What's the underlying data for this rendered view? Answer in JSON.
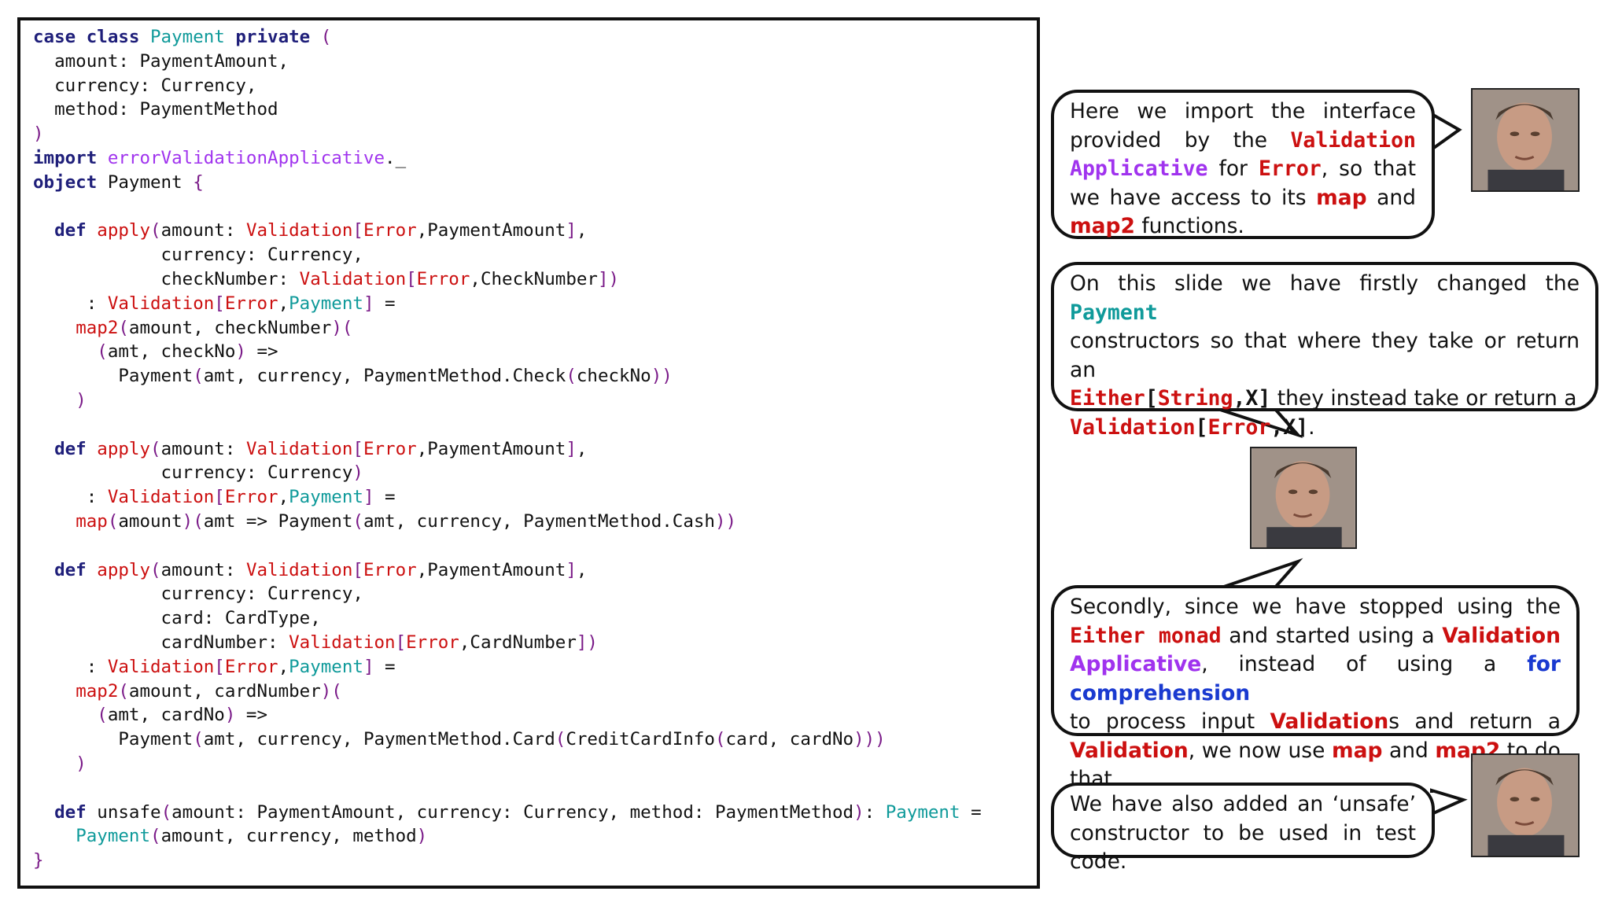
{
  "code": {
    "lines": [
      [
        {
          "t": "case class ",
          "c": "kw"
        },
        {
          "t": "Payment",
          "c": "ty"
        },
        {
          "t": " private ",
          "c": "kw"
        },
        {
          "t": "(",
          "c": "par"
        }
      ],
      [
        {
          "t": "  amount: PaymentAmount,",
          "c": ""
        }
      ],
      [
        {
          "t": "  currency: Currency,",
          "c": ""
        }
      ],
      [
        {
          "t": "  method: PaymentMethod",
          "c": ""
        }
      ],
      [
        {
          "t": ")",
          "c": "par"
        }
      ],
      [
        {
          "t": "import ",
          "c": "kw"
        },
        {
          "t": "errorValidationApplicative",
          "c": "pur"
        },
        {
          "t": "._",
          "c": ""
        }
      ],
      [
        {
          "t": "object ",
          "c": "kw"
        },
        {
          "t": "Payment ",
          "c": ""
        },
        {
          "t": "{",
          "c": "par"
        }
      ],
      [
        {
          "t": "",
          "c": ""
        }
      ],
      [
        {
          "t": "  def ",
          "c": "kw"
        },
        {
          "t": "apply",
          "c": "red"
        },
        {
          "t": "(",
          "c": "par"
        },
        {
          "t": "amount: ",
          "c": ""
        },
        {
          "t": "Validation",
          "c": "red"
        },
        {
          "t": "[",
          "c": "par"
        },
        {
          "t": "Error",
          "c": "red"
        },
        {
          "t": ",PaymentAmount",
          "c": ""
        },
        {
          "t": "]",
          "c": "par"
        },
        {
          "t": ",",
          "c": ""
        }
      ],
      [
        {
          "t": "            currency: Currency,",
          "c": ""
        }
      ],
      [
        {
          "t": "            checkNumber: ",
          "c": ""
        },
        {
          "t": "Validation",
          "c": "red"
        },
        {
          "t": "[",
          "c": "par"
        },
        {
          "t": "Error",
          "c": "red"
        },
        {
          "t": ",CheckNumber",
          "c": ""
        },
        {
          "t": "])",
          "c": "par"
        }
      ],
      [
        {
          "t": "     : ",
          "c": ""
        },
        {
          "t": "Validation",
          "c": "red"
        },
        {
          "t": "[",
          "c": "par"
        },
        {
          "t": "Error",
          "c": "red"
        },
        {
          "t": ",",
          "c": ""
        },
        {
          "t": "Payment",
          "c": "ty"
        },
        {
          "t": "]",
          "c": "par"
        },
        {
          "t": " =",
          "c": ""
        }
      ],
      [
        {
          "t": "    ",
          "c": ""
        },
        {
          "t": "map2",
          "c": "red"
        },
        {
          "t": "(",
          "c": "par"
        },
        {
          "t": "amount, checkNumber",
          "c": ""
        },
        {
          "t": ")(",
          "c": "par"
        }
      ],
      [
        {
          "t": "      ",
          "c": ""
        },
        {
          "t": "(",
          "c": "par"
        },
        {
          "t": "amt, checkNo",
          "c": ""
        },
        {
          "t": ")",
          "c": "par"
        },
        {
          "t": " =>",
          "c": ""
        }
      ],
      [
        {
          "t": "        Payment",
          "c": ""
        },
        {
          "t": "(",
          "c": "par"
        },
        {
          "t": "amt, currency, PaymentMethod.Check",
          "c": ""
        },
        {
          "t": "(",
          "c": "par"
        },
        {
          "t": "checkNo",
          "c": ""
        },
        {
          "t": "))",
          "c": "par"
        }
      ],
      [
        {
          "t": "    ",
          "c": ""
        },
        {
          "t": ")",
          "c": "par"
        }
      ],
      [
        {
          "t": "",
          "c": ""
        }
      ],
      [
        {
          "t": "  def ",
          "c": "kw"
        },
        {
          "t": "apply",
          "c": "red"
        },
        {
          "t": "(",
          "c": "par"
        },
        {
          "t": "amount: ",
          "c": ""
        },
        {
          "t": "Validation",
          "c": "red"
        },
        {
          "t": "[",
          "c": "par"
        },
        {
          "t": "Error",
          "c": "red"
        },
        {
          "t": ",PaymentAmount",
          "c": ""
        },
        {
          "t": "]",
          "c": "par"
        },
        {
          "t": ",",
          "c": ""
        }
      ],
      [
        {
          "t": "            currency: Currency",
          "c": ""
        },
        {
          "t": ")",
          "c": "par"
        }
      ],
      [
        {
          "t": "     : ",
          "c": ""
        },
        {
          "t": "Validation",
          "c": "red"
        },
        {
          "t": "[",
          "c": "par"
        },
        {
          "t": "Error",
          "c": "red"
        },
        {
          "t": ",",
          "c": ""
        },
        {
          "t": "Payment",
          "c": "ty"
        },
        {
          "t": "]",
          "c": "par"
        },
        {
          "t": " =",
          "c": ""
        }
      ],
      [
        {
          "t": "    ",
          "c": ""
        },
        {
          "t": "map",
          "c": "red"
        },
        {
          "t": "(",
          "c": "par"
        },
        {
          "t": "amount",
          "c": ""
        },
        {
          "t": ")(",
          "c": "par"
        },
        {
          "t": "amt => Payment",
          "c": ""
        },
        {
          "t": "(",
          "c": "par"
        },
        {
          "t": "amt, currency, PaymentMethod.Cash",
          "c": ""
        },
        {
          "t": "))",
          "c": "par"
        }
      ],
      [
        {
          "t": "",
          "c": ""
        }
      ],
      [
        {
          "t": "  def ",
          "c": "kw"
        },
        {
          "t": "apply",
          "c": "red"
        },
        {
          "t": "(",
          "c": "par"
        },
        {
          "t": "amount: ",
          "c": ""
        },
        {
          "t": "Validation",
          "c": "red"
        },
        {
          "t": "[",
          "c": "par"
        },
        {
          "t": "Error",
          "c": "red"
        },
        {
          "t": ",PaymentAmount",
          "c": ""
        },
        {
          "t": "]",
          "c": "par"
        },
        {
          "t": ",",
          "c": ""
        }
      ],
      [
        {
          "t": "            currency: Currency,",
          "c": ""
        }
      ],
      [
        {
          "t": "            card: CardType,",
          "c": ""
        }
      ],
      [
        {
          "t": "            cardNumber: ",
          "c": ""
        },
        {
          "t": "Validation",
          "c": "red"
        },
        {
          "t": "[",
          "c": "par"
        },
        {
          "t": "Error",
          "c": "red"
        },
        {
          "t": ",CardNumber",
          "c": ""
        },
        {
          "t": "])",
          "c": "par"
        }
      ],
      [
        {
          "t": "     : ",
          "c": ""
        },
        {
          "t": "Validation",
          "c": "red"
        },
        {
          "t": "[",
          "c": "par"
        },
        {
          "t": "Error",
          "c": "red"
        },
        {
          "t": ",",
          "c": ""
        },
        {
          "t": "Payment",
          "c": "ty"
        },
        {
          "t": "]",
          "c": "par"
        },
        {
          "t": " =",
          "c": ""
        }
      ],
      [
        {
          "t": "    ",
          "c": ""
        },
        {
          "t": "map2",
          "c": "red"
        },
        {
          "t": "(",
          "c": "par"
        },
        {
          "t": "amount, cardNumber",
          "c": ""
        },
        {
          "t": ")(",
          "c": "par"
        }
      ],
      [
        {
          "t": "      ",
          "c": ""
        },
        {
          "t": "(",
          "c": "par"
        },
        {
          "t": "amt, cardNo",
          "c": ""
        },
        {
          "t": ")",
          "c": "par"
        },
        {
          "t": " =>",
          "c": ""
        }
      ],
      [
        {
          "t": "        Payment",
          "c": ""
        },
        {
          "t": "(",
          "c": "par"
        },
        {
          "t": "amt, currency, PaymentMethod.Card",
          "c": ""
        },
        {
          "t": "(",
          "c": "par"
        },
        {
          "t": "CreditCardInfo",
          "c": ""
        },
        {
          "t": "(",
          "c": "par"
        },
        {
          "t": "card, cardNo",
          "c": ""
        },
        {
          "t": ")))",
          "c": "par"
        }
      ],
      [
        {
          "t": "    ",
          "c": ""
        },
        {
          "t": ")",
          "c": "par"
        }
      ],
      [
        {
          "t": "",
          "c": ""
        }
      ],
      [
        {
          "t": "  def ",
          "c": "kw"
        },
        {
          "t": "unsafe",
          "c": ""
        },
        {
          "t": "(",
          "c": "par"
        },
        {
          "t": "amount: PaymentAmount, currency: Currency, method: PaymentMethod",
          "c": ""
        },
        {
          "t": ")",
          "c": "par"
        },
        {
          "t": ": ",
          "c": ""
        },
        {
          "t": "Payment",
          "c": "ty"
        },
        {
          "t": " =",
          "c": ""
        }
      ],
      [
        {
          "t": "    ",
          "c": ""
        },
        {
          "t": "Payment",
          "c": "ty"
        },
        {
          "t": "(",
          "c": "par"
        },
        {
          "t": "amount, currency, method",
          "c": ""
        },
        {
          "t": ")",
          "c": "par"
        }
      ],
      [
        {
          "t": "}",
          "c": "par"
        }
      ]
    ]
  },
  "bubbles": [
    {
      "name": "bubble-import-explanation",
      "lines": [
        {
          "j": true,
          "segs": [
            {
              "t": "Here we import the interface",
              "c": ""
            }
          ]
        },
        {
          "j": true,
          "segs": [
            {
              "t": "provided by the ",
              "c": ""
            },
            {
              "t": "Validation",
              "c": "b-red mono"
            }
          ]
        },
        {
          "j": true,
          "segs": [
            {
              "t": "Applicative",
              "c": "b-pur mono"
            },
            {
              "t": " for ",
              "c": ""
            },
            {
              "t": "Error",
              "c": "b-red mono"
            },
            {
              "t": ", so that",
              "c": ""
            }
          ]
        },
        {
          "j": true,
          "segs": [
            {
              "t": "we have access to its ",
              "c": ""
            },
            {
              "t": "map",
              "c": "b-red"
            },
            {
              "t": " and",
              "c": ""
            }
          ]
        },
        {
          "j": false,
          "segs": [
            {
              "t": "map2",
              "c": "b-red"
            },
            {
              "t": " functions.",
              "c": ""
            }
          ]
        }
      ]
    },
    {
      "name": "bubble-constructors-explanation",
      "lines": [
        {
          "j": false,
          "segs": [
            {
              "t": "On this slide we have firstly changed the ",
              "c": ""
            },
            {
              "t": "Payment",
              "c": "b-teal mono"
            }
          ]
        },
        {
          "j": false,
          "segs": [
            {
              "t": "constructors so that where they take or return an",
              "c": ""
            }
          ]
        },
        {
          "j": false,
          "segs": [
            {
              "t": "Either",
              "c": "b-red mono"
            },
            {
              "t": "[",
              "c": "mono"
            },
            {
              "t": "String",
              "c": "b-red mono"
            },
            {
              "t": ",X]",
              "c": "mono"
            },
            {
              "t": "  they instead take or return a",
              "c": ""
            }
          ]
        },
        {
          "j": false,
          "segs": [
            {
              "t": "Validation",
              "c": "b-red mono"
            },
            {
              "t": "[",
              "c": "mono"
            },
            {
              "t": "Error",
              "c": "b-red mono"
            },
            {
              "t": ",X]",
              "c": "mono"
            },
            {
              "t": ".",
              "c": ""
            }
          ]
        }
      ]
    },
    {
      "name": "bubble-map-map2-explanation",
      "lines": [
        {
          "j": true,
          "segs": [
            {
              "t": "Secondly, since we have stopped using the",
              "c": ""
            }
          ]
        },
        {
          "j": true,
          "segs": [
            {
              "t": "Either monad",
              "c": "b-red mono"
            },
            {
              "t": " and started using a ",
              "c": ""
            },
            {
              "t": "Validation",
              "c": "b-red"
            }
          ]
        },
        {
          "j": true,
          "segs": [
            {
              "t": "Applicative",
              "c": "b-pur"
            },
            {
              "t": ", instead of using a ",
              "c": ""
            },
            {
              "t": "for comprehension",
              "c": "b-blue"
            }
          ]
        },
        {
          "j": true,
          "segs": [
            {
              "t": "to process input ",
              "c": ""
            },
            {
              "t": "Validation",
              "c": "b-red"
            },
            {
              "t": "s and return a",
              "c": ""
            }
          ]
        },
        {
          "j": false,
          "segs": [
            {
              "t": "Validation",
              "c": "b-red"
            },
            {
              "t": ", we now use ",
              "c": ""
            },
            {
              "t": "map",
              "c": "b-red"
            },
            {
              "t": " and ",
              "c": ""
            },
            {
              "t": "map2",
              "c": "b-red"
            },
            {
              "t": " to do that.",
              "c": ""
            }
          ]
        }
      ]
    },
    {
      "name": "bubble-unsafe-explanation",
      "lines": [
        {
          "j": true,
          "segs": [
            {
              "t": "We have also added an ‘unsafe’",
              "c": ""
            }
          ]
        },
        {
          "j": false,
          "segs": [
            {
              "t": "constructor to be used in test code.",
              "c": ""
            }
          ]
        }
      ]
    }
  ],
  "colors": {
    "keyword": "#1f1f7a",
    "type": "#0f9a9a",
    "red": "#cc1010",
    "purple": "#a033ee",
    "paren": "#7a1a88",
    "blue": "#1a3ad0"
  },
  "icons": [
    "presenter-photo"
  ]
}
